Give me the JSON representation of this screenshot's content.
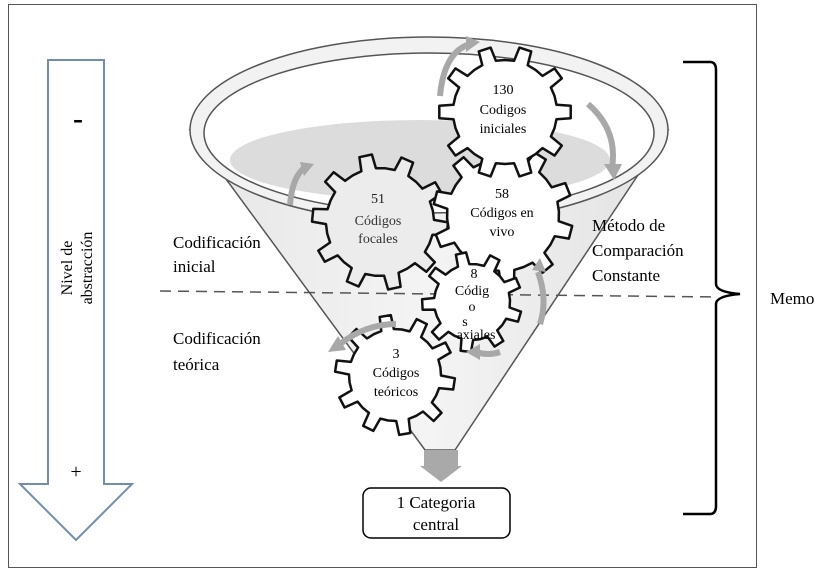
{
  "abstraction_axis": {
    "label_line1": "Nivel de",
    "label_line2": "abstracción",
    "minus_sign": "-",
    "plus_sign": "+"
  },
  "phases": {
    "initial_line1": "Codificación",
    "initial_line2": "inicial",
    "theoretical_line1": "Codificación",
    "theoretical_line2": "teórica"
  },
  "gears": {
    "initial": {
      "count": "130",
      "line1": "Codigos",
      "line2": "iniciales"
    },
    "invivo": {
      "count": "58",
      "line1": "Códigos en",
      "line2": "vivo"
    },
    "focal": {
      "count": "51",
      "line1": "Códigos",
      "line2": "focales"
    },
    "axial": {
      "count": "8",
      "line1": "Códig",
      "line2": "o",
      "line3": "s",
      "line4": "axiales"
    },
    "theoretical": {
      "count": "3",
      "line1": "Códigos",
      "line2": "teóricos"
    }
  },
  "method": {
    "line1": "Método de",
    "line2": "Comparación",
    "line3": "Constante"
  },
  "memo_label": "Memo",
  "central_category": {
    "line1": "1 Categoria",
    "line2": "central"
  }
}
